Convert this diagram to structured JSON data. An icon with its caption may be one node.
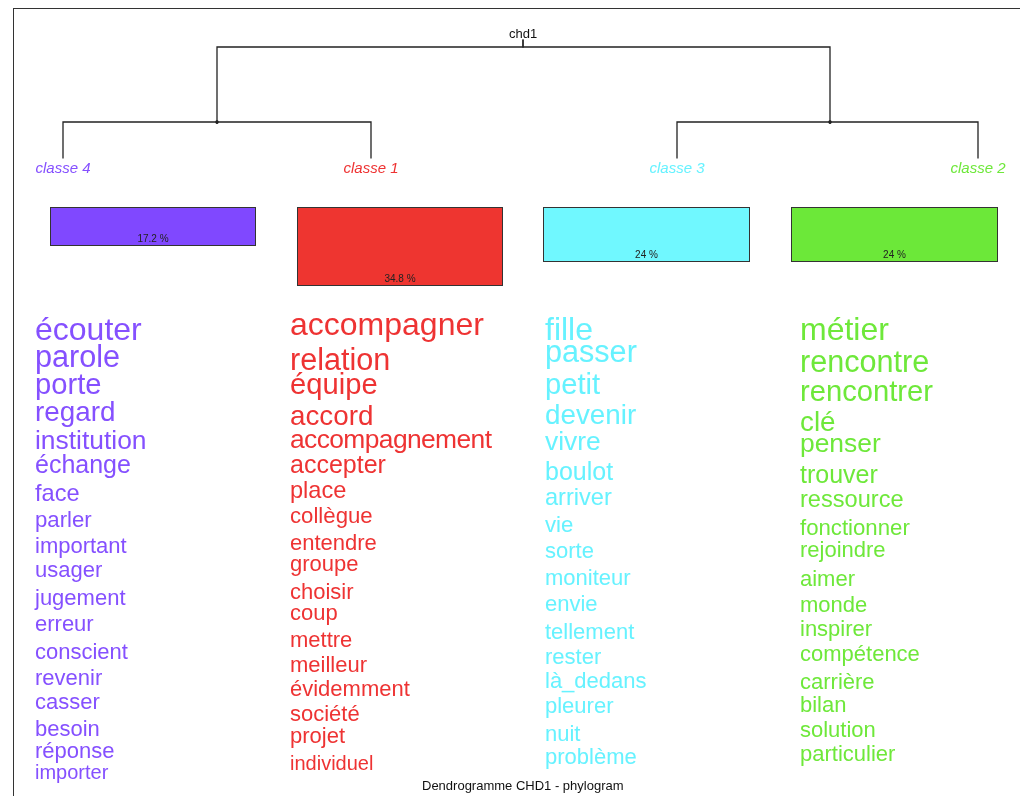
{
  "diagram": {
    "caption": "Dendrogramme CHD1 - phylogram",
    "nodes": [
      {
        "text": [
          "chd1"
        ]
      },
      {
        "text": [],
        "shape": "point"
      },
      {
        "text": [],
        "shape": "point"
      },
      {
        "text": [
          "classe 4"
        ]
      },
      {
        "text": [
          "classe 1"
        ]
      },
      {
        "text": [
          "classe 3"
        ]
      },
      {
        "text": [
          "classe 2"
        ]
      },
      {
        "text": [
          "17.2 %"
        ]
      },
      {
        "text": [
          "34.8 %"
        ]
      },
      {
        "text": [
          "24 %"
        ]
      },
      {
        "text": [
          "24 %"
        ]
      }
    ],
    "edges": [
      {
        "from": 0,
        "to": 1,
        "arrow": "none"
      },
      {
        "from": 0,
        "to": 2,
        "arrow": "none"
      },
      {
        "from": 1,
        "to": 3,
        "arrow": "none"
      },
      {
        "from": 1,
        "to": 4,
        "arrow": "none"
      },
      {
        "from": 2,
        "to": 5,
        "arrow": "none"
      },
      {
        "from": 2,
        "to": 6,
        "arrow": "none"
      }
    ],
    "labels": [
      "écouter",
      "parole",
      "porte",
      "regard",
      "institution",
      "échange",
      "face",
      "parler",
      "important",
      "usager",
      "jugement",
      "erreur",
      "conscient",
      "revenir",
      "casser",
      "besoin",
      "réponse",
      "importer",
      "accompagner",
      "relation",
      "équipe",
      "accord",
      "accompagnement",
      "accepter",
      "place",
      "collègue",
      "entendre",
      "groupe",
      "choisir",
      "coup",
      "mettre",
      "meilleur",
      "évidemment",
      "société",
      "projet",
      "individuel",
      "fille",
      "passer",
      "petit",
      "devenir",
      "vivre",
      "boulot",
      "arriver",
      "vie",
      "sorte",
      "moniteur",
      "envie",
      "tellement",
      "rester",
      "là_dedans",
      "pleurer",
      "nuit",
      "problème",
      "métier",
      "rencontre",
      "rencontrer",
      "clé",
      "penser",
      "trouver",
      "ressource",
      "fonctionner",
      "rejoindre",
      "aimer",
      "monde",
      "inspirer",
      "compétence",
      "carrière",
      "bilan",
      "solution",
      "particulier"
    ]
  }
}
